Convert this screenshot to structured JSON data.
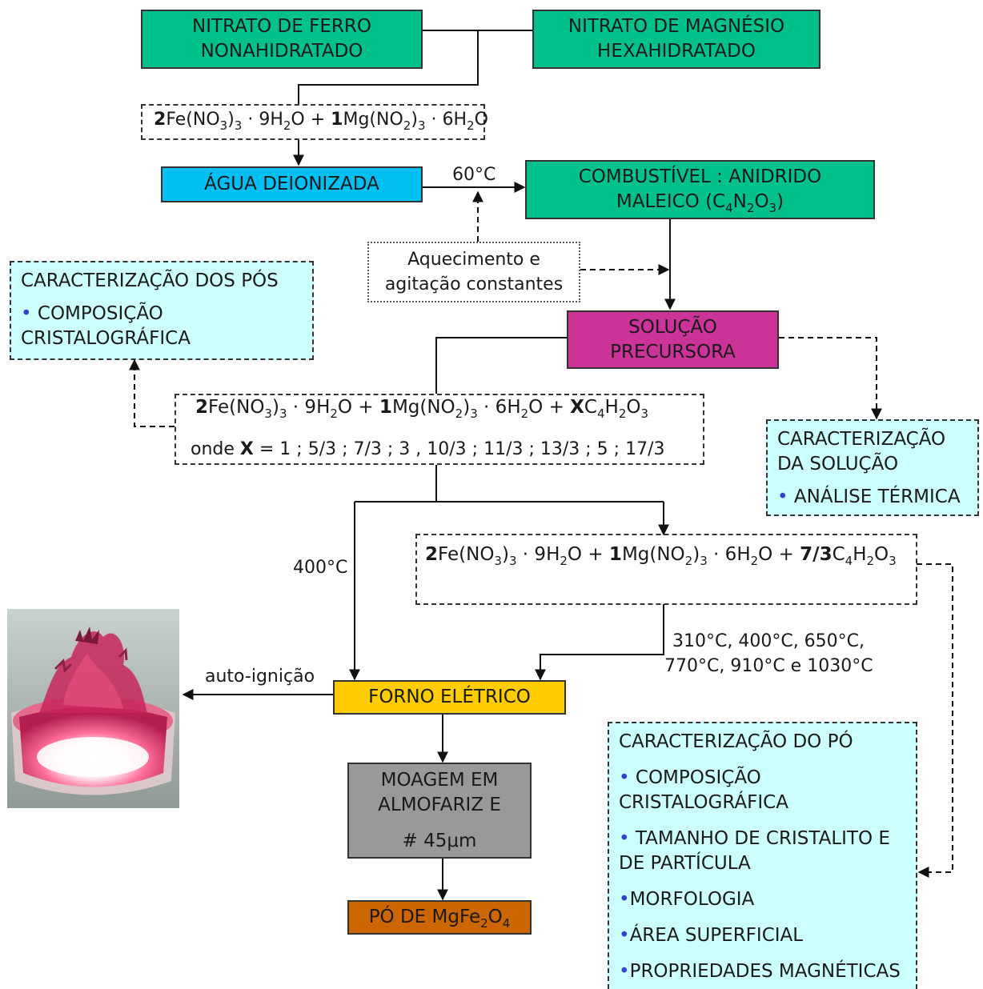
{
  "nodes": {
    "ferro": {
      "line1": "NITRATO DE FERRO",
      "line2": "NONAHIDRATADO"
    },
    "magnesio": {
      "line1": "NITRATO DE MAGNÉSIO",
      "line2": "HEXAHIDRATADO"
    },
    "agua": {
      "label": "ÁGUA DEIONIZADA"
    },
    "combustivel": {
      "line1": "COMBUSTÍVEL : ANIDRIDO",
      "line2_prefix": "MALEICO (C",
      "line2_mid1": "N",
      "line2_mid2": "O",
      "line2_suffix": ")",
      "sub1": "4",
      "sub2": "2",
      "sub3": "3"
    },
    "aquecimento": {
      "line1": "Aquecimento e",
      "line2": "agitação constantes"
    },
    "solucao": {
      "line1": "SOLUÇÃO",
      "line2": "PRECURSORA"
    },
    "forno": {
      "label": "FORNO ELÉTRICO"
    },
    "moagem": {
      "line1": "MOAGEM EM",
      "line2": "ALMOFARIZ E",
      "line3": "# 45μm"
    },
    "po": {
      "prefix": "PÓ DE MgFe",
      "sub1": "2",
      "mid": "O",
      "sub2": "4"
    }
  },
  "equations": {
    "eq1": {
      "c1": "2",
      "t1": "Fe(NO",
      "s1": "3",
      "t2": ")",
      "s2": "3",
      "t3": " · 9H",
      "s3": "2",
      "t4": "O + ",
      "c2": "1",
      "t5": "Mg(NO",
      "s4": "2",
      "t6": ")",
      "s5": "3",
      "t7": " · 6H",
      "s6": "2",
      "t8": "O"
    },
    "eq2": {
      "c1": "2",
      "t1": "Fe(NO",
      "s1": "3",
      "t2": ")",
      "s2": "3",
      "t3": " · 9H",
      "s3": "2",
      "t4": "O + ",
      "c2": "1",
      "t5": "Mg(NO",
      "s4": "2",
      "t6": ")",
      "s5": "3",
      "t7": " · 6H",
      "s6": "2",
      "t8": "O + ",
      "c3": "X",
      "t9": "C",
      "s7": "4",
      "t10": "H",
      "s8": "2",
      "t11": "O",
      "s9": "3",
      "onde_prefix": "onde ",
      "onde_var": "X",
      "onde_values": " = 1 ; 5/3 ; 7/3 ; 3 , 10/3 ; 11/3 ; 13/3 ; 5 ; 17/3"
    },
    "eq3": {
      "c1": "2",
      "t1": "Fe(NO",
      "s1": "3",
      "t2": ")",
      "s2": "3",
      "t3": " · 9H",
      "s3": "2",
      "t4": "O + ",
      "c2": "1",
      "t5": "Mg(NO",
      "s4": "2",
      "t6": ")",
      "s5": "3",
      "t7": " · 6H",
      "s6": "2",
      "t8": "O + ",
      "c3": "7/3",
      "t9": "C",
      "s7": "4",
      "t10": "H",
      "s8": "2",
      "t11": "O",
      "s9": "3"
    }
  },
  "labels": {
    "temp60": "60°C",
    "temp400": "400°C",
    "temps_line1": "310°C, 400°C, 650°C,",
    "temps_line2": "770°C, 910°C e 1030°C",
    "autoignicao": "auto-ignição"
  },
  "characterizations": {
    "pos": {
      "title": "CARACTERIZAÇÃO DOS PÓS",
      "items": [
        "COMPOSIÇÃO CRISTALOGRÁFICA"
      ]
    },
    "solucao": {
      "title_line1": "CARACTERIZAÇÃO",
      "title_line2": "DA SOLUÇÃO",
      "items": [
        "ANÁLISE TÉRMICA"
      ]
    },
    "po": {
      "title": "CARACTERIZAÇÃO DO PÓ",
      "items": [
        "COMPOSIÇÃO CRISTALOGRÁFICA",
        "TAMANHO DE CRISTALITO E DE PARTÍCULA",
        "MORFOLOGIA",
        "ÁREA SUPERFICIAL",
        "PROPRIEDADES MAGNÉTICAS"
      ]
    }
  },
  "bullet": "•",
  "colors": {
    "green": "#00c08b",
    "blue": "#00bff3",
    "magenta": "#cc3399",
    "yellow": "#ffcc00",
    "gray": "#999999",
    "orange": "#cc6600",
    "cyan": "#ccffff",
    "bullet": "#3344cc"
  }
}
